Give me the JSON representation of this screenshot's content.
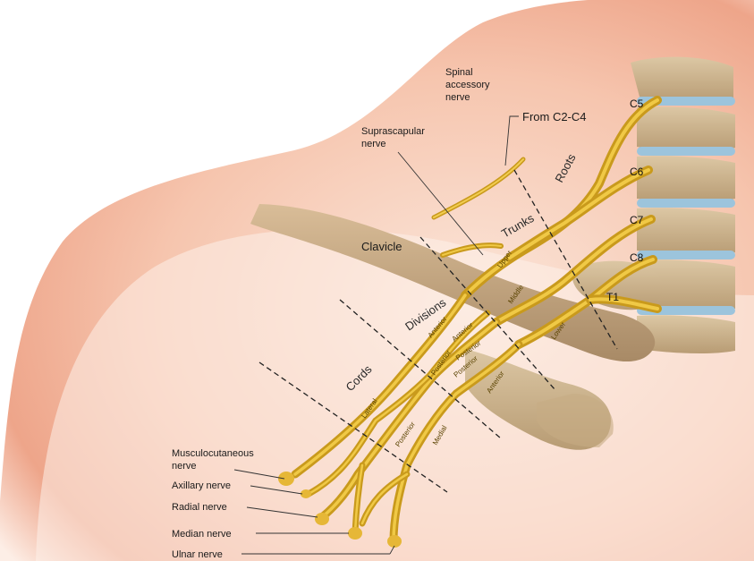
{
  "labels": {
    "spinal_accessory": [
      "Spinal",
      "accessory",
      "nerve"
    ],
    "from_c2_c4": "From C2-C4",
    "suprascapular": [
      "Suprascapular",
      "nerve"
    ],
    "clavicle": "Clavicle",
    "roots": "Roots",
    "trunks": "Trunks",
    "divisions": "Divisions",
    "cords": "Cords",
    "c5": "C5",
    "c6": "C6",
    "c7": "C7",
    "c8": "C8",
    "t1": "T1",
    "upper": "Upper",
    "middle": "Middle",
    "lower": "Lower",
    "anterior_1": "Anterior",
    "anterior_2": "Anterior",
    "anterior_3": "Anterior",
    "posterior_1": "Posterior",
    "posterior_2": "Posterior",
    "posterior_3": "Posterior",
    "lateral": "Lateral",
    "medial": "Medial",
    "musculocutaneous": [
      "Musculocutaneous",
      "nerve"
    ],
    "axillary": "Axillary nerve",
    "radial": "Radial nerve",
    "median": "Median nerve",
    "ulnar": "Ulnar nerve"
  },
  "colors": {
    "nerve": "#d9a928",
    "nerve_highlight": "#f2cd52",
    "skin": "#f4b9a0",
    "bone": "#cfb793",
    "disc": "#9cc4dc"
  }
}
